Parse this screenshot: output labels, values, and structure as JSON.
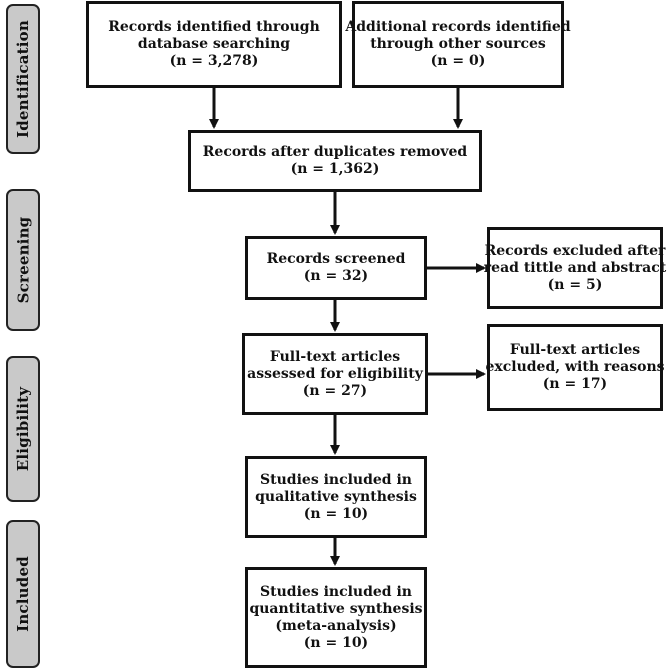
{
  "stages": {
    "identification": "Identification",
    "screening": "Screening",
    "eligibility": "Eligibility",
    "included": "Included"
  },
  "boxes": {
    "database_search": {
      "line1": "Records identified through",
      "line2": "database searching",
      "line3": "(n = 3,278)"
    },
    "other_sources": {
      "line1": "Additional records identified",
      "line2": "through other sources",
      "line3": "(n = 0)"
    },
    "duplicates_removed": {
      "line1": "Records after duplicates removed",
      "line2": "(n = 1,362)"
    },
    "screened": {
      "line1": "Records screened",
      "line2": "(n = 32)"
    },
    "excluded_screening": {
      "line1": "Records excluded after",
      "line2": "read tittle and abstract",
      "line3": "(n = 5)"
    },
    "fulltext_assessed": {
      "line1": "Full-text articles",
      "line2": "assessed for eligibility",
      "line3": "(n = 27)"
    },
    "fulltext_excluded": {
      "line1": "Full-text articles",
      "line2": "excluded, with reasons",
      "line3": "(n = 17)"
    },
    "qualitative": {
      "line1": "Studies included in",
      "line2": "qualitative synthesis",
      "line3": "(n = 10)"
    },
    "quantitative": {
      "line1": "Studies included in",
      "line2": "quantitative synthesis",
      "line3": "(meta-analysis)",
      "line4": "(n = 10)"
    }
  }
}
